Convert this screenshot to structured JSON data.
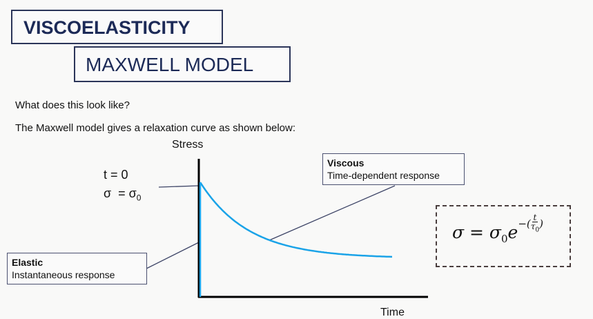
{
  "title": "VISCOELASTICITY",
  "subtitle": "MAXWELL MODEL",
  "question": "What does this look like?",
  "intro": "The Maxwell model gives a relaxation curve as shown below:",
  "diagram": {
    "y_axis_label": "Stress",
    "x_axis_label": "Time",
    "initial_time": "t = 0",
    "initial_stress": "σ  = σ",
    "initial_stress_sub": "0",
    "elastic": {
      "title": "Elastic",
      "desc": "Instantaneous response"
    },
    "viscous": {
      "title": "Viscous",
      "desc": "Time-dependent response"
    },
    "curve_color": "#1aa3e8"
  },
  "formula": {
    "lhs": "σ = σ",
    "sub": "0",
    "base": "e",
    "exponent_num": "t",
    "exponent_den": "τ",
    "exponent_den_sub": "0"
  }
}
